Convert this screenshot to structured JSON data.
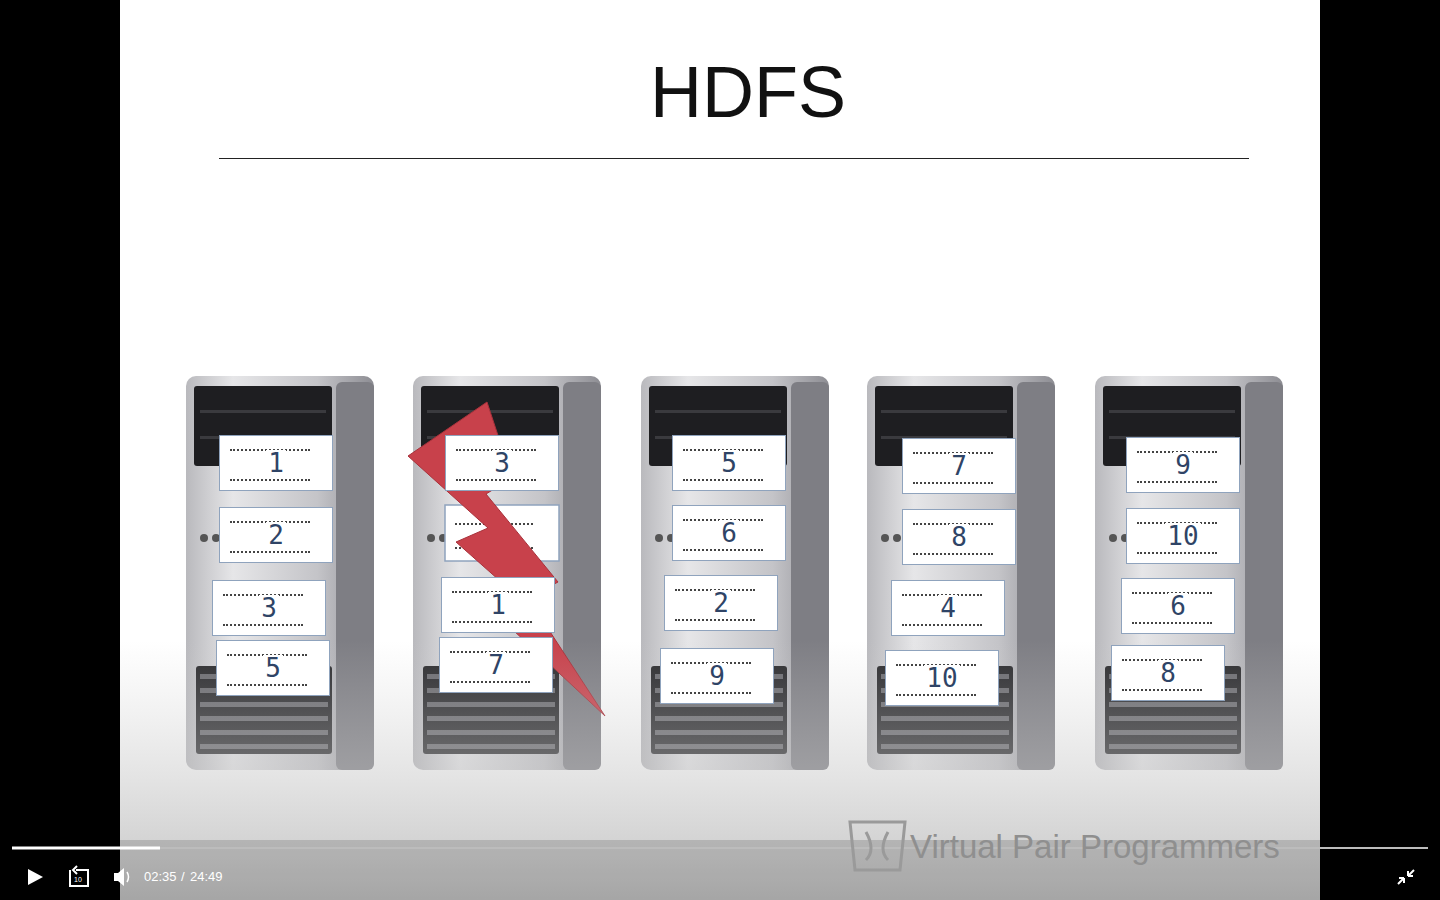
{
  "diagram": {
    "title": "HDFS",
    "nodes": [
      {
        "text": [
          "1"
        ]
      },
      {
        "text": [
          "2"
        ]
      },
      {
        "text": [
          "3"
        ]
      },
      {
        "text": [
          "5"
        ]
      },
      {
        "text": [
          "3"
        ]
      },
      {
        "text": [
          "1"
        ]
      },
      {
        "text": [
          "7"
        ]
      },
      {
        "text": [
          "5"
        ]
      },
      {
        "text": [
          "6"
        ]
      },
      {
        "text": [
          "2"
        ]
      },
      {
        "text": [
          "9"
        ]
      },
      {
        "text": [
          "7"
        ]
      },
      {
        "text": [
          "8"
        ]
      },
      {
        "text": [
          "4"
        ]
      },
      {
        "text": [
          "10"
        ]
      },
      {
        "text": [
          "9"
        ]
      },
      {
        "text": [
          "10"
        ]
      },
      {
        "text": [
          "6"
        ]
      },
      {
        "text": [
          "8"
        ]
      }
    ],
    "labels": [
      "02:35",
      "/",
      "24:49",
      "10",
      "Virtual Pair Programmers"
    ]
  }
}
